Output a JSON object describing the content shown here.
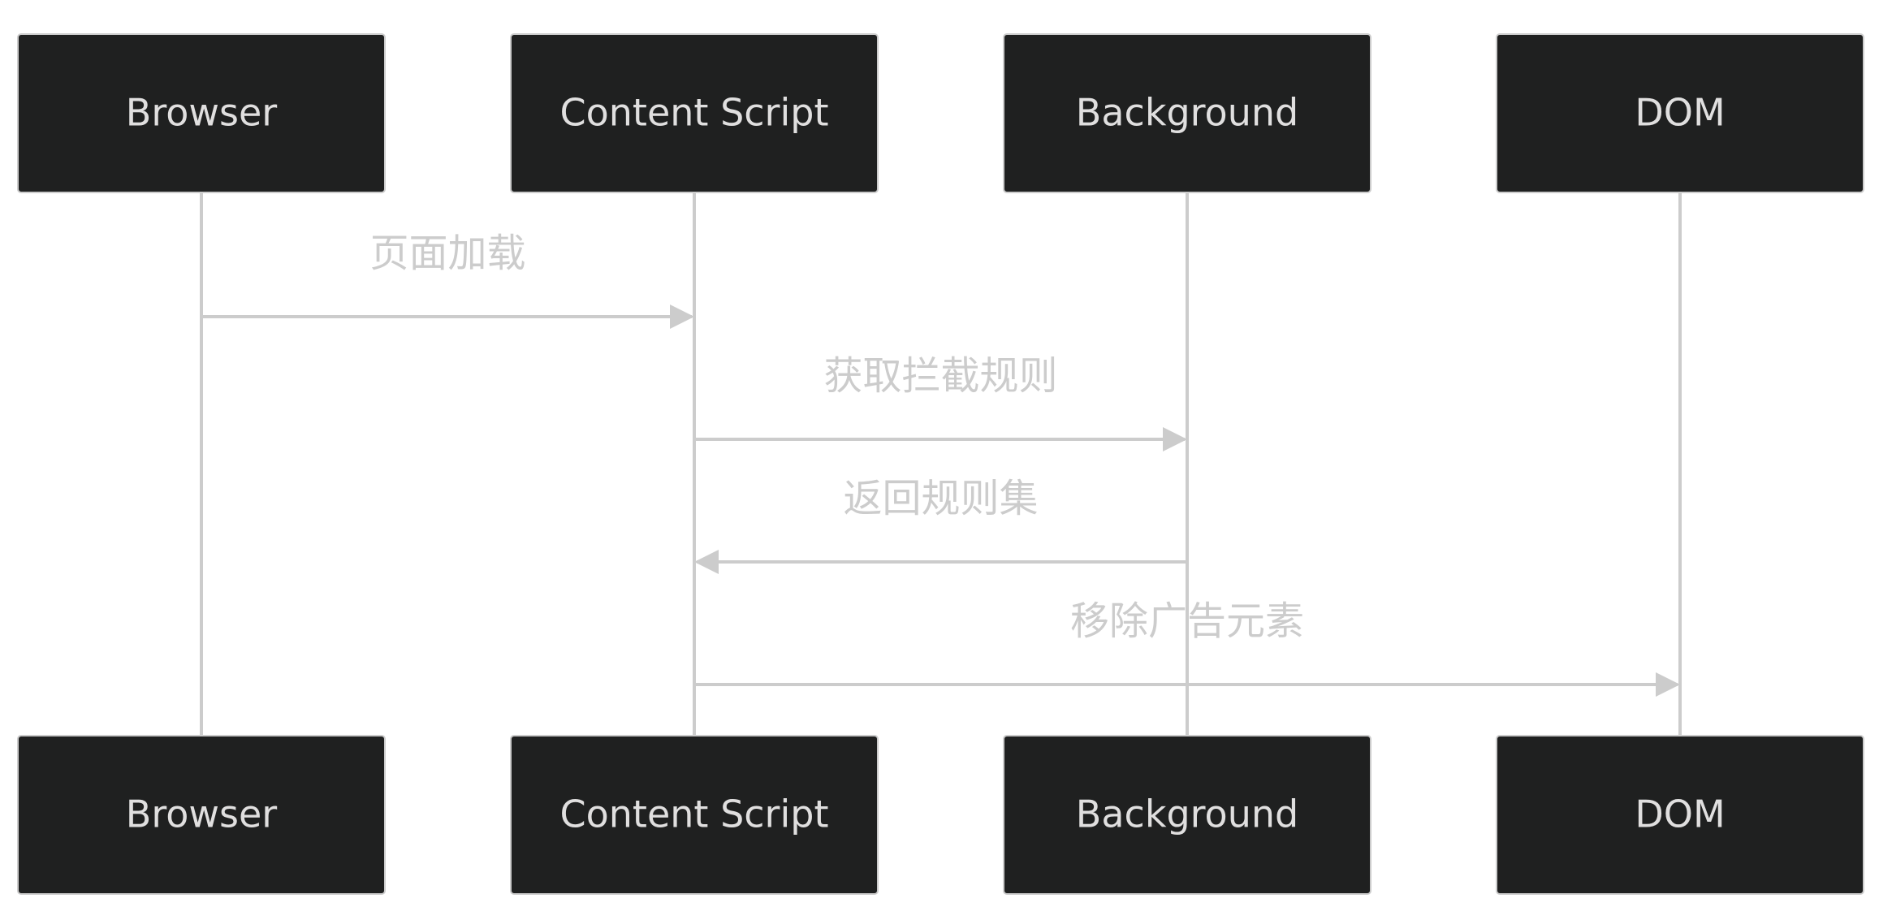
{
  "diagram": {
    "type": "sequence",
    "participants": [
      {
        "id": "browser",
        "label": "Browser"
      },
      {
        "id": "content",
        "label": "Content Script"
      },
      {
        "id": "background",
        "label": "Background"
      },
      {
        "id": "dom",
        "label": "DOM"
      }
    ],
    "messages": [
      {
        "from": "browser",
        "to": "content",
        "label": "页面加载"
      },
      {
        "from": "content",
        "to": "background",
        "label": "获取拦截规则"
      },
      {
        "from": "background",
        "to": "content",
        "label": "返回规则集"
      },
      {
        "from": "content",
        "to": "dom",
        "label": "移除广告元素"
      }
    ]
  },
  "colors": {
    "actor_fill": "#1f2020",
    "actor_stroke": "#cccccc",
    "actor_text": "#e0dfdf",
    "line": "#cccccc",
    "message_text": "#cccccc",
    "background": "#ffffff"
  }
}
